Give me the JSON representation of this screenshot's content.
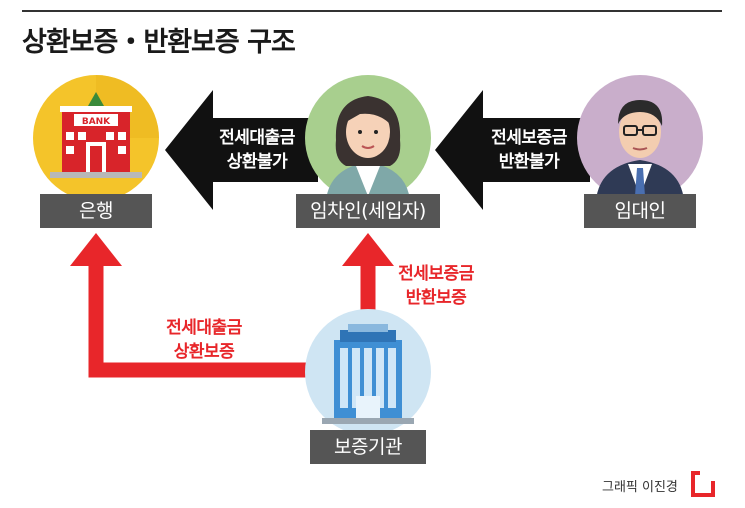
{
  "title": "상환보증・반환보증 구조",
  "nodes": {
    "bank": {
      "label": "은행",
      "icon": "bank-building-icon",
      "sign": "BANK"
    },
    "tenant": {
      "label": "임차인(세입자)",
      "icon": "woman-avatar-icon"
    },
    "landlord": {
      "label": "임대인",
      "icon": "man-avatar-icon"
    },
    "guarantor": {
      "label": "보증기관",
      "icon": "office-building-icon"
    }
  },
  "flows": {
    "tenant_to_bank": {
      "line1": "전세대출금",
      "line2": "상환불가"
    },
    "landlord_to_tenant": {
      "line1": "전세보증금",
      "line2": "반환불가"
    },
    "guarantor_to_tenant": {
      "line1": "전세보증금",
      "line2": "반환보증"
    },
    "guarantor_to_bank": {
      "line1": "전세대출금",
      "line2": "상환보증"
    }
  },
  "credit": "그래픽 이진경",
  "colors": {
    "black_arrow": "#111111",
    "red_arrow": "#e8262a",
    "label_box": "#555555",
    "bank_circle": "#f4c42a",
    "tenant_circle": "#a8cf8e",
    "landlord_circle": "#c9aecb",
    "guarantor_circle": "#cfe5f3"
  }
}
